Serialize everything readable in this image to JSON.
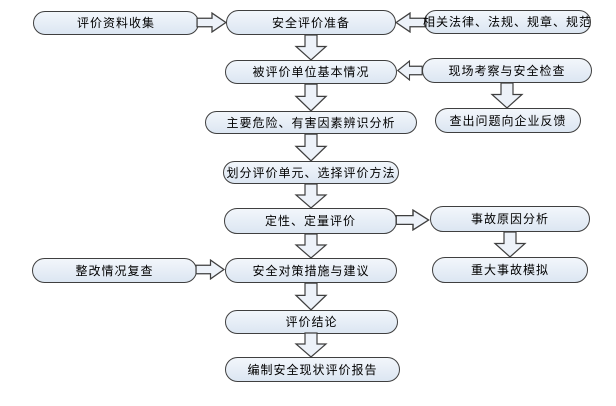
{
  "diagram": {
    "type": "flowchart",
    "language": "zh-CN",
    "colors": {
      "background": "#ffffff",
      "node_fill_top": "#f2f6fb",
      "node_fill_bottom": "#dce6f2",
      "node_border": "#3f3f3f",
      "arrow_fill": "#edf2f9",
      "arrow_border": "#3f3f3f",
      "text": "#000000"
    }
  },
  "nodes": [
    {
      "id": "collect",
      "label": "评价资料收集"
    },
    {
      "id": "prepare",
      "label": "安全评价准备"
    },
    {
      "id": "laws",
      "label": "相关法律、法规、规章、规范"
    },
    {
      "id": "basic",
      "label": "被评价单位基本情况"
    },
    {
      "id": "site",
      "label": "现场考察与安全检查"
    },
    {
      "id": "feedback",
      "label": "查出问题向企业反馈"
    },
    {
      "id": "hazard",
      "label": "主要危险、有害因素辨识分析"
    },
    {
      "id": "units",
      "label": "划分评价单元、选择评价方法"
    },
    {
      "id": "eval",
      "label": "定性、定量评价"
    },
    {
      "id": "cause",
      "label": "事故原因分析"
    },
    {
      "id": "simulation",
      "label": "重大事故模拟"
    },
    {
      "id": "recheck",
      "label": "整改情况复查"
    },
    {
      "id": "measures",
      "label": "安全对策措施与建议"
    },
    {
      "id": "conclusion",
      "label": "评价结论"
    },
    {
      "id": "report",
      "label": "编制安全现状评价报告"
    }
  ],
  "edges": [
    {
      "from": "评价资料收集",
      "to": "安全评价准备",
      "direction": "right"
    },
    {
      "from": "相关法律、法规、规章、规范",
      "to": "安全评价准备",
      "direction": "left"
    },
    {
      "from": "安全评价准备",
      "to": "被评价单位基本情况",
      "direction": "down"
    },
    {
      "from": "现场考察与安全检查",
      "to": "被评价单位基本情况",
      "direction": "left"
    },
    {
      "from": "现场考察与安全检查",
      "to": "查出问题向企业反馈",
      "direction": "down"
    },
    {
      "from": "被评价单位基本情况",
      "to": "主要危险、有害因素辨识分析",
      "direction": "down"
    },
    {
      "from": "主要危险、有害因素辨识分析",
      "to": "划分评价单元、选择评价方法",
      "direction": "down"
    },
    {
      "from": "划分评价单元、选择评价方法",
      "to": "定性、定量评价",
      "direction": "down"
    },
    {
      "from": "定性、定量评价",
      "to": "事故原因分析",
      "direction": "right"
    },
    {
      "from": "事故原因分析",
      "to": "重大事故模拟",
      "direction": "down"
    },
    {
      "from": "定性、定量评价",
      "to": "安全对策措施与建议",
      "direction": "down"
    },
    {
      "from": "整改情况复查",
      "to": "安全对策措施与建议",
      "direction": "right"
    },
    {
      "from": "安全对策措施与建议",
      "to": "评价结论",
      "direction": "down"
    },
    {
      "from": "评价结论",
      "to": "编制安全现状评价报告",
      "direction": "down"
    }
  ]
}
